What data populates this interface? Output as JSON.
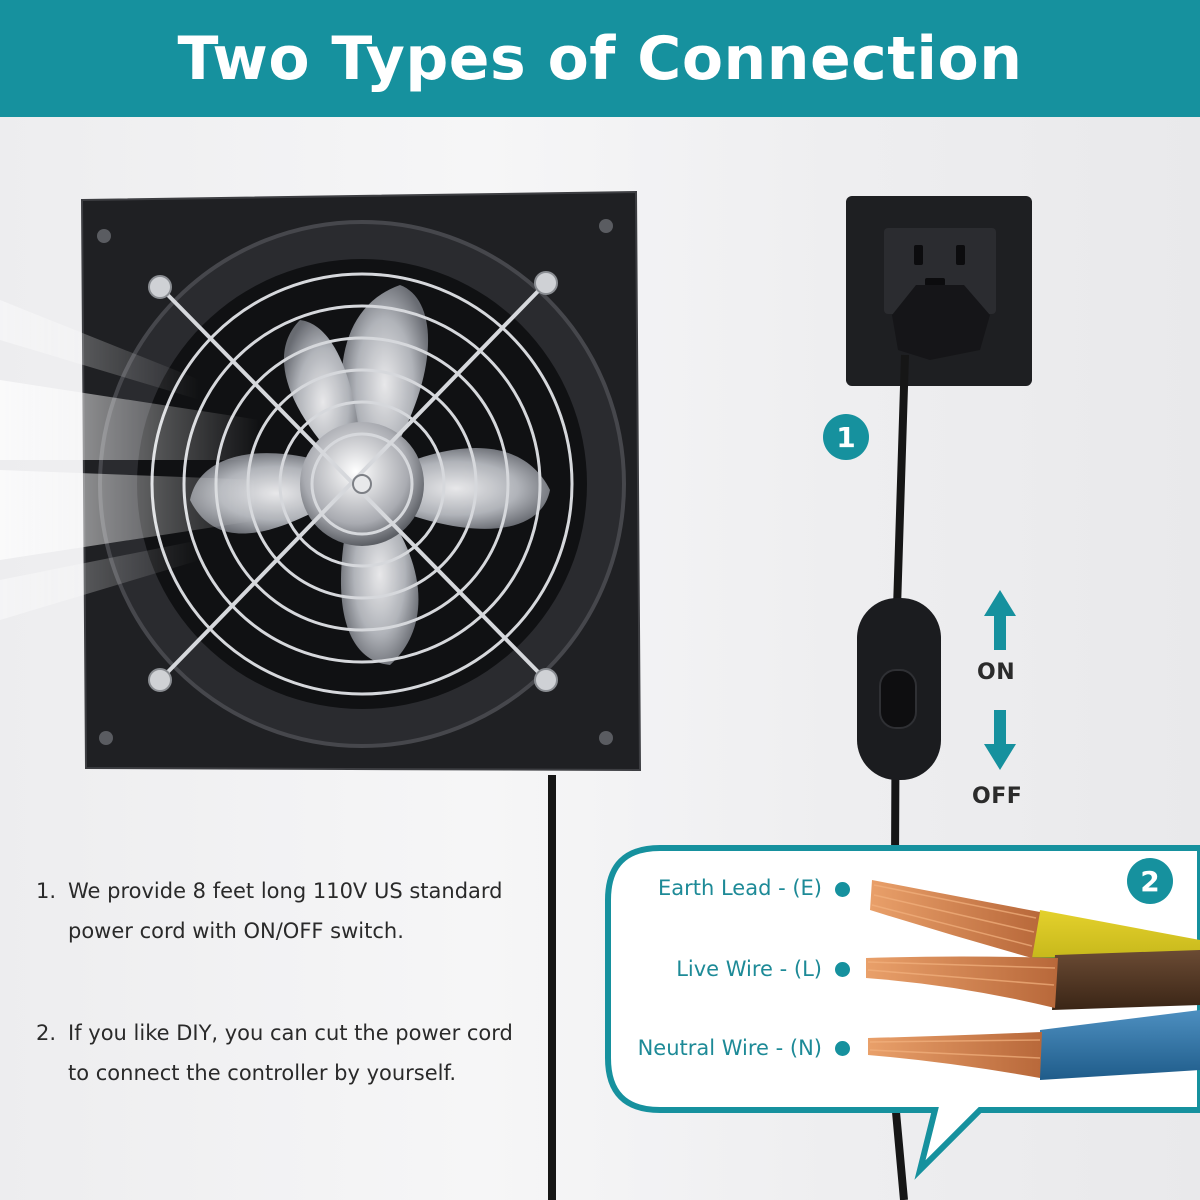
{
  "header": {
    "title": "Two Types of Connection",
    "background": "#16919e"
  },
  "steps": {
    "one_badge": "1",
    "two_badge": "2"
  },
  "switch": {
    "on_label": "ON",
    "off_label": "OFF"
  },
  "info": {
    "items": [
      {
        "number": "1.",
        "lines": [
          "We provide 8 feet long 110V US standard",
          "power cord with ON/OFF switch."
        ]
      },
      {
        "number": "2.",
        "lines": [
          "If you like DIY, you can cut the power cord",
          "to connect the controller by yourself."
        ]
      }
    ]
  },
  "wires": {
    "items": [
      {
        "label": "Earth Lead - (E)",
        "insulation": "yellow-green"
      },
      {
        "label": "Live Wire - (L)",
        "insulation": "brown"
      },
      {
        "label": "Neutral Wire - (N)",
        "insulation": "blue"
      }
    ]
  },
  "colors": {
    "accent": "#16919e",
    "label_text": "#1d8a97",
    "body_text": "#2a2a2a"
  }
}
